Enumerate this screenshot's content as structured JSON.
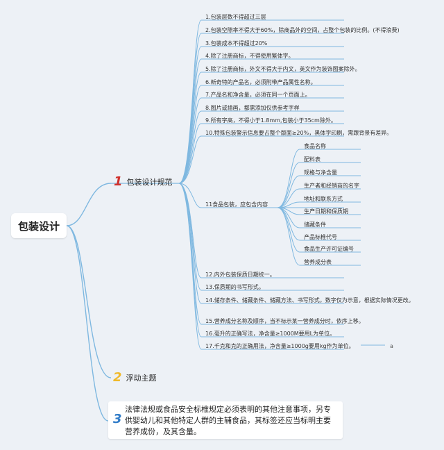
{
  "root": {
    "label": "包装设计"
  },
  "branches": [
    {
      "number": "1",
      "label": "包装设计规范"
    },
    {
      "number": "2",
      "label": "浮动主题"
    },
    {
      "number": "3",
      "label": "法律法规或食品安全标椎规定必须表明的其他注意事项，另专供婴幼儿和其他特定人群的主辅食品，其标签还应当标明主要营养成份，及其含量。"
    }
  ],
  "rules": [
    "1.包装层数不得超过三层",
    "2.包装空隙率不得大于60%，除商品外的空间，占整个包装的比例。(不得浪费)",
    "3.包装成本不得超过20%",
    "4.除了注册商标，不得使用繁体字。",
    "5.除了注册商标，外文不得大于内文，英文作为装饰图案除外。",
    "6.新奇特的产品名，必须附带产品属性名称。",
    "7.产品名和净含量，必须在同一个页面上。",
    "8.图片或插画，都需添加仅供参考字样",
    "9.所有字高，不得小于1.8mm,包装小于35cm除外。",
    "10.特殊包装警示信息要占整个版面≥20%，黑体字印刷，需跟背景有差异。",
    "11食品包装，应包含内容",
    "12.内外包装保质日期统一。",
    "13.保质期的书写形式。",
    "14.储存条件、储藏条件、储藏方法、书写形式，数字仅为示意，根据实际情况更改。",
    "15.营养成分名称及顺序，当不标示某一营养成分时，依序上移。",
    "16.毫升的正确写法，净含量≥1000M要用L为单位。",
    "17.千克和克的正确用法，净含量≥1000g要用kg作为单位。"
  ],
  "food_items": [
    "食品名称",
    "配料表",
    "规格与净含量",
    "生产者和经销商的名字",
    "地址和联系方式",
    "生产日期和保质期",
    "储藏条件",
    "产品标椎代号",
    "食品生产许可证编号",
    "营养成分表"
  ],
  "extra_node": "a",
  "colors": {
    "background": "#edf1f6",
    "link": "#7fb8e0",
    "num1": "#d0302c",
    "num2": "#f0b92a",
    "num3": "#2f7bc8"
  }
}
